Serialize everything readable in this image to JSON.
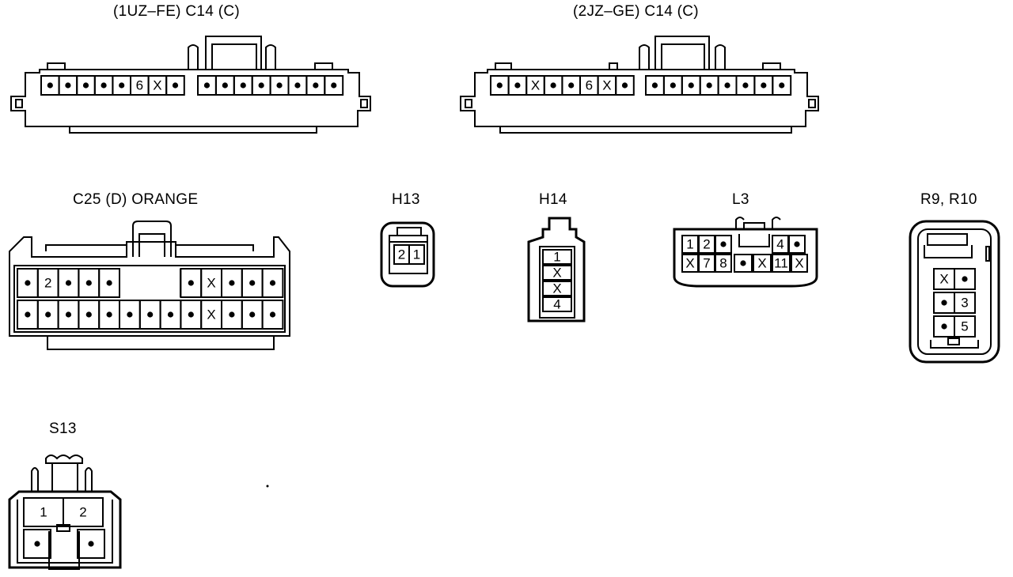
{
  "connectors": {
    "c14_1uz": {
      "title": "(1UZ–FE) C14 (C)",
      "rows": [
        [
          "•",
          "•",
          "•",
          "•",
          "•",
          "6",
          "X",
          "•",
          "•",
          "•",
          "•",
          "•",
          "•",
          "•",
          "•",
          "•"
        ]
      ]
    },
    "c14_2jz": {
      "title": "(2JZ–GE) C14 (C)",
      "rows": [
        [
          "•",
          "•",
          "X",
          "•",
          "•",
          "6",
          "X",
          "•",
          "•",
          "•",
          "•",
          "•",
          "•",
          "•",
          "•",
          "•"
        ]
      ]
    },
    "c25": {
      "title": "C25 (D)  ORANGE",
      "rows": [
        [
          "•",
          "2",
          "•",
          "•",
          "•",
          "",
          "",
          "",
          "•",
          "X",
          "•",
          "•",
          "•"
        ],
        [
          "•",
          "•",
          "•",
          "•",
          "•",
          "•",
          "•",
          "•",
          "•",
          "X",
          "•",
          "•",
          "•"
        ]
      ]
    },
    "h13": {
      "title": "H13",
      "rows": [
        [
          "2",
          "1"
        ]
      ]
    },
    "h14": {
      "title": "H14",
      "rows": [
        [
          "1"
        ],
        [
          "X"
        ],
        [
          "X"
        ],
        [
          "4"
        ]
      ]
    },
    "l3": {
      "title": "L3",
      "rows": [
        [
          "1",
          "2",
          "•",
          "4",
          "•"
        ],
        [
          "X",
          "7",
          "8",
          "•",
          "X",
          "11",
          "X"
        ]
      ]
    },
    "r9r10": {
      "title": "R9, R10",
      "rows": [
        [
          "X",
          "•"
        ],
        [
          "•",
          "3"
        ],
        [
          "•",
          "5"
        ]
      ]
    },
    "s13": {
      "title": "S13",
      "rows": [
        [
          "1",
          "2"
        ],
        [
          "•",
          "•"
        ]
      ]
    }
  }
}
